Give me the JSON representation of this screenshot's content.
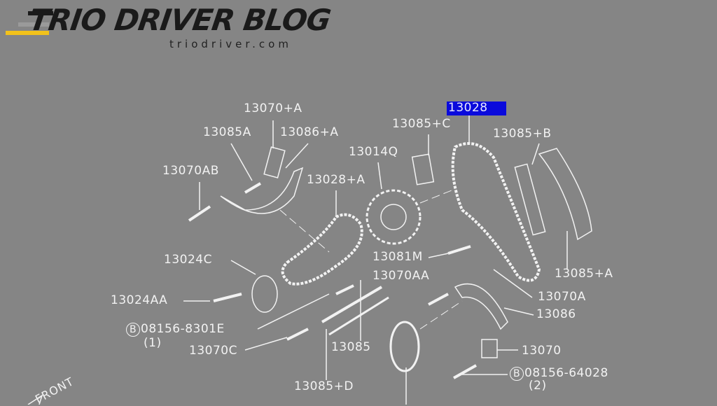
{
  "logo": {
    "title": "TRIO DRIVER BLOG",
    "subtitle": "triodriver.com"
  },
  "labels": {
    "l13070A_plus": "13070+A",
    "l13085A": "13085A",
    "l13086A_plus": "13086+A",
    "l13070AB": "13070AB",
    "l13028A_plus": "13028+A",
    "l13014Q": "13014Q",
    "l13085C_plus": "13085+C",
    "l13028": "13028",
    "l13085B_plus": "13085+B",
    "l13024C": "13024C",
    "l13081M": "13081M",
    "l13070AA": "13070AA",
    "l13085A_plus2": "13085+A",
    "l13070A": "13070A",
    "l13024AA": "13024AA",
    "l13086": "13086",
    "l08156_8301E": "08156-8301E",
    "qty1": "(1)",
    "l13070C": "13070C",
    "l13085": "13085",
    "l13070": "13070",
    "l08156_64028": "08156-64028",
    "qty2": "(2)",
    "l13085D_plus": "13085+D",
    "bolt_marker": "B",
    "front": "FRONT"
  },
  "colors": {
    "background": "#858585",
    "highlight": "#0a0adc",
    "line": "#f2f2f2",
    "logo_accent": "#f2c21b"
  }
}
